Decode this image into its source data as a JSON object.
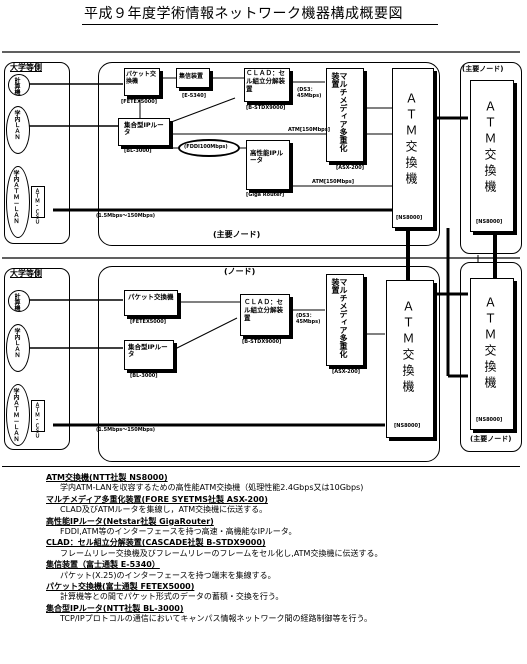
{
  "title": "平成９年度学術情報ネットワーク機器構成概要図",
  "campus_label": "大学等側",
  "main_node_label": "(主要ノード)",
  "node_label": "(ノード)",
  "upper": {
    "computer": "計算機",
    "campus_lan": "学内ＬＡＮ",
    "campus_atm": "学内ＡＴＭ－ＬＡＮ",
    "atm_csu": "ＡＴＭ-ＣＳＵ",
    "packet_label": "パケット交換機",
    "packet_model": "[FETEX5000]",
    "concentrator_label": "集信装置",
    "concentrator_model": "[E-5340]",
    "clad_label": "ＣＬＡＤ：セル組立分解装置",
    "clad_model": "[B-STDX9000]",
    "ds3": "(DS3：45Mbps)",
    "router_label": "集合型IPルータ",
    "router_model": "[BL-3000]",
    "fddi": "(FDDI100Mbps)",
    "giga_label": "高性能IPルータ",
    "giga_model": "[Giga Router]",
    "mux_label": "マルチメディア多重化装置",
    "mux_model": "[ASX-200]",
    "atm_label": "ＡＴＭ交換機",
    "atm_model": "[NS8000]",
    "atm150a": "ATM[150Mbps]",
    "atm150b": "ATM[150Mbps]",
    "speed": "(1.5Mbps～150Mbps)"
  },
  "right_nodes": [
    {
      "label": "(主要ノード)",
      "atm": "ＡＴＭ交換機",
      "model": "[NS8000]"
    },
    {
      "label": "(主要ノード)",
      "atm": "ＡＴＭ交換機",
      "model": "[NS8000]"
    }
  ],
  "lower": {
    "computer": "計算機",
    "campus_lan": "学内ＬＡＮ",
    "campus_atm": "学内ＡＴＭ－ＬＡＮ",
    "atm_csu": "ＡＴＭ-ＣＳＵ",
    "packet_label": "パケット交換機",
    "packet_model": "[FETEX5000]",
    "clad_label": "ＣＬＡＤ：セル組立分解装置",
    "clad_model": "[B-STDX9000]",
    "ds3": "(DS3：45Mbps)",
    "router_label": "集合型IPルータ",
    "router_model": "[BL-3000]",
    "mux_label": "マルチメディア多重化装置",
    "mux_model": "[ASX-200]",
    "atm_label": "ＡＴＭ交換機",
    "atm_model": "[NS8000]",
    "speed": "(1.5Mbps～150Mbps)"
  },
  "legend": [
    {
      "head": "ATM交換機(NTT社製 NS8000)",
      "desc": "学内ATM-LANを収容するための高性能ATM交換機（処理性能2.4Gbps又は10Gbps)"
    },
    {
      "head": "マルチメディア多重化装置(FORE SYETMS社製 ASX-200)",
      "desc": "CLAD及びATMルータを集線し，ATM交換機に伝送する。"
    },
    {
      "head": "高性能IPルータ(Netstar社製 GigaRouter)",
      "desc": "FDDI,ATM等のインターフェースを持つ高速・高機能なIPルータ。"
    },
    {
      "head": "CLAD：セル組立分解装置(CASCADE社製 B-STDX9000)",
      "desc": "フレームリレー交換機及びフレームリレーのフレームをセル化し,ATM交換機に伝送する。"
    },
    {
      "head": "集信装置（富士通製 E-5340）",
      "desc": "パケット(X.25)のインターフェースを持つ端末を集線する。"
    },
    {
      "head": "パケット交換機(富士通製 FETEX5000)",
      "desc": "計算機等との間でパケット形式のデータの蓄積・交換を行う。"
    },
    {
      "head": "集合型IPルータ(NTT社製 BL-3000)",
      "desc": "TCP/IPプロトコルの通信においてキャンパス情報ネットワーク間の経路制御等を行う。"
    }
  ]
}
